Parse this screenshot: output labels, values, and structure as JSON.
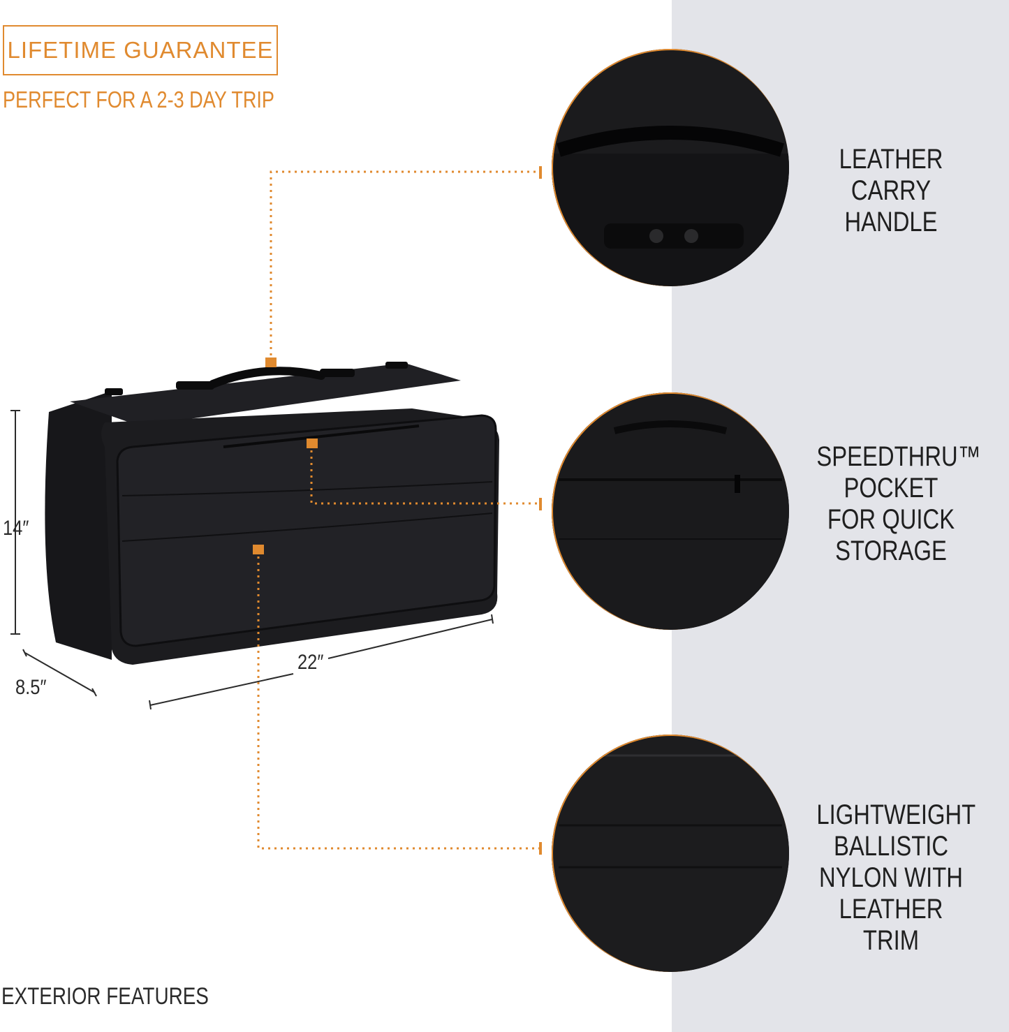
{
  "badge": "LIFETIME GUARANTEE",
  "subtitle": "PERFECT FOR A 2-3 DAY TRIP",
  "footer": "EXTERIOR FEATURES",
  "dimensions": {
    "height": "14″",
    "depth": "8.5″",
    "width": "22″"
  },
  "features": [
    {
      "lines": [
        "LEATHER CARRY",
        "HANDLE"
      ]
    },
    {
      "lines": [
        "SPEEDTHRU™",
        "POCKET",
        "FOR QUICK",
        "STORAGE"
      ]
    },
    {
      "lines": [
        "LIGHTWEIGHT",
        "BALLISTIC",
        "NYLON WITH",
        "LEATHER TRIM"
      ]
    }
  ],
  "colors": {
    "accent": "#e08a2f",
    "panel": "#e3e4e9",
    "bag": "#1b1b1d"
  }
}
